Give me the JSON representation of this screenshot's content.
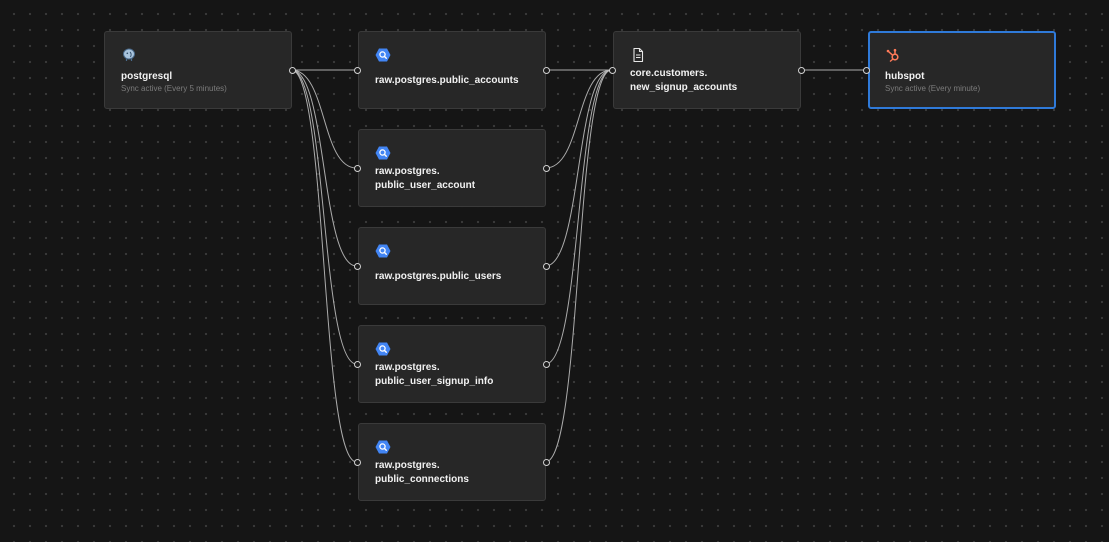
{
  "nodes": [
    {
      "id": "postgresql",
      "icon": "postgresql-icon",
      "title": "postgresql",
      "title2": "",
      "subtitle": "Sync active  (Every 5 minutes)"
    },
    {
      "id": "public_accounts",
      "icon": "bigquery-icon",
      "title": "raw.postgres.public_accounts",
      "title2": "",
      "subtitle": ""
    },
    {
      "id": "public_user_account",
      "icon": "bigquery-icon",
      "title": "raw.postgres.",
      "title2": "public_user_account",
      "subtitle": ""
    },
    {
      "id": "public_users",
      "icon": "bigquery-icon",
      "title": "raw.postgres.public_users",
      "title2": "",
      "subtitle": ""
    },
    {
      "id": "public_user_signup_info",
      "icon": "bigquery-icon",
      "title": "raw.postgres.",
      "title2": "public_user_signup_info",
      "subtitle": ""
    },
    {
      "id": "public_connections",
      "icon": "bigquery-icon",
      "title": "raw.postgres.",
      "title2": "public_connections",
      "subtitle": ""
    },
    {
      "id": "new_signup_accounts",
      "icon": "document-icon",
      "title": "core.customers.",
      "title2": "new_signup_accounts",
      "subtitle": ""
    },
    {
      "id": "hubspot",
      "icon": "hubspot-icon",
      "title": "hubspot",
      "title2": "",
      "subtitle": "Sync active  (Every minute)"
    }
  ],
  "edges": [
    {
      "from": "postgresql",
      "to": "public_accounts"
    },
    {
      "from": "postgresql",
      "to": "public_user_account"
    },
    {
      "from": "postgresql",
      "to": "public_users"
    },
    {
      "from": "postgresql",
      "to": "public_user_signup_info"
    },
    {
      "from": "postgresql",
      "to": "public_connections"
    },
    {
      "from": "public_accounts",
      "to": "new_signup_accounts"
    },
    {
      "from": "public_user_account",
      "to": "new_signup_accounts"
    },
    {
      "from": "public_users",
      "to": "new_signup_accounts"
    },
    {
      "from": "public_user_signup_info",
      "to": "new_signup_accounts"
    },
    {
      "from": "public_connections",
      "to": "new_signup_accounts"
    },
    {
      "from": "new_signup_accounts",
      "to": "hubspot"
    }
  ],
  "selected_node": "hubspot",
  "colors": {
    "background": "#151515",
    "node_fill": "#272727",
    "node_border": "#3a3a3a",
    "selected_border": "#2f7ad9",
    "edge": "#bdbdbd",
    "bigquery": "#4285f4",
    "hubspot": "#ff7a59"
  }
}
